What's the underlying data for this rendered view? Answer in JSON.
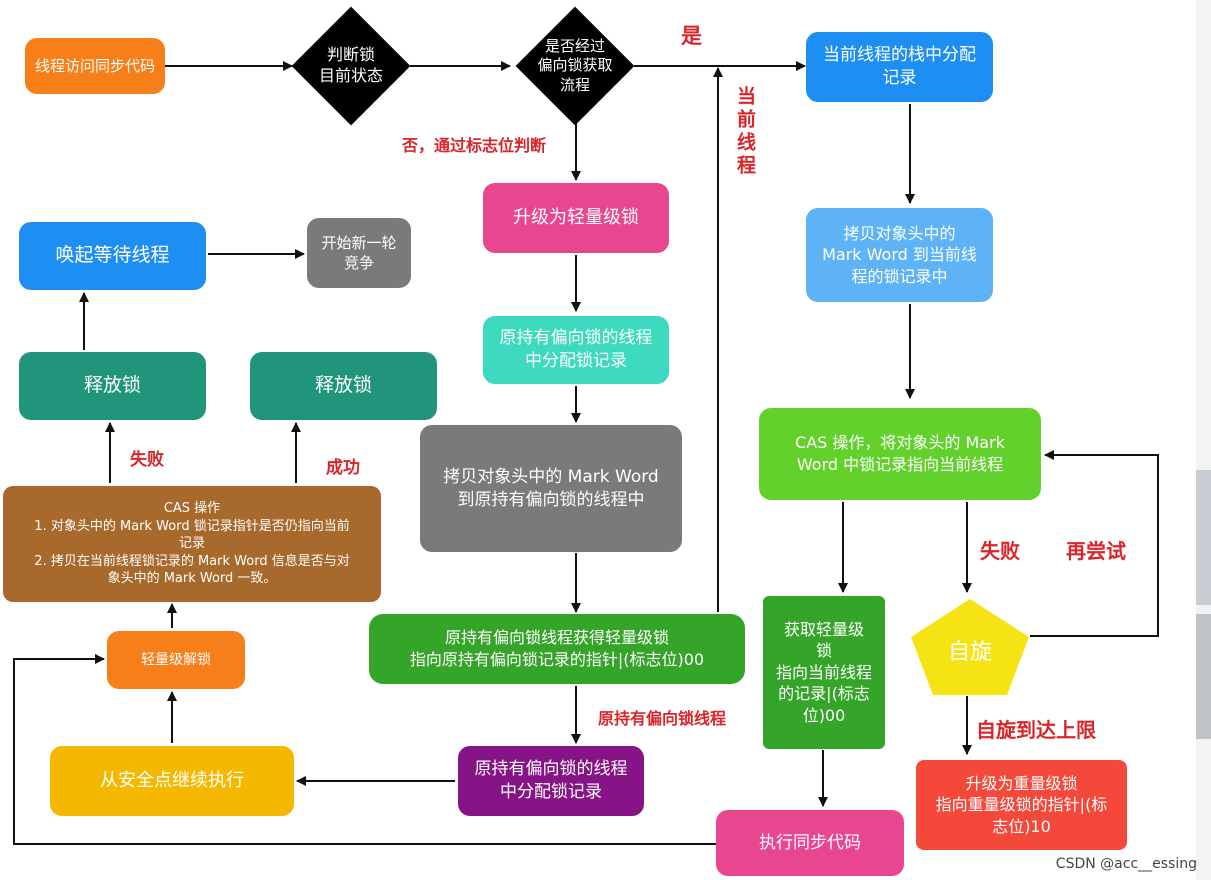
{
  "nodes": {
    "start": "线程访问同步代码",
    "judge": "判断锁\n目前状态",
    "biased_check": "是否经过\n偏向锁获取\n流程",
    "stack_alloc": "当前线程的栈中分配\n记录",
    "copy_mark_current": "拷贝对象头中的\nMark Word 到当前线\n程的锁记录中",
    "cas_current": "CAS 操作，将对象头的 Mark\nWord 中锁记录指向当前线程",
    "get_light": "获取轻量级\n锁\n指向当前线程\n的记录|(标志\n位)00",
    "spin": "自旋",
    "heavy": "升级为重量级锁\n指向重量级锁的指针|(标\n志位)10",
    "exec_sync": "执行同步代码",
    "upgrade_light": "升级为轻量级锁",
    "alloc_orig_1": "原持有偏向锁的线程\n中分配锁记录",
    "copy_mark_orig": "拷贝对象头中的 Mark Word\n到原持有偏向锁的线程中",
    "orig_gets_light": "原持有偏向锁线程获得轻量级锁\n指向原持有偏向锁记录的指针|(标志位)00",
    "alloc_orig_2": "原持有偏向锁的线程\n中分配锁记录",
    "resume_safepoint": "从安全点继续执行",
    "light_unlock": "轻量级解锁",
    "cas_unlock": "CAS 操作\n1. 对象头中的 Mark Word 锁记录指针是否仍指向当前\n记录\n2. 拷贝在当前线程锁记录的 Mark Word 信息是否与对\n象头中的 Mark Word 一致。",
    "release_fail": "释放锁",
    "release_success": "释放锁",
    "wake_waiting": "唤起等待线程",
    "new_round": "开始新一轮\n竞争"
  },
  "labels": {
    "yes": "是",
    "no_flag": "否，通过标志位判断",
    "current_thread": "当前线程",
    "fail_right": "失败",
    "retry": "再尝试",
    "spin_limit": "自旋到达上限",
    "orig_biased_thread": "原持有偏向锁线程",
    "fail_left": "失败",
    "success": "成功"
  },
  "watermark": "CSDN @acc__essing",
  "colors": {
    "orange": "#f77f19",
    "blue": "#1e8ff2",
    "light_blue": "#5db3f5",
    "green": "#63d12c",
    "pink": "#e8468f",
    "cyan": "#3ddac0",
    "gray": "#7a7a7a",
    "dark_green": "#35a52a",
    "purple": "#861486",
    "yellow": "#f5b800",
    "brown": "#a86a2c",
    "teal": "#20957c",
    "pentagon": "#f6e313",
    "red_box": "#f4483b",
    "label_red": "#d9262a"
  }
}
